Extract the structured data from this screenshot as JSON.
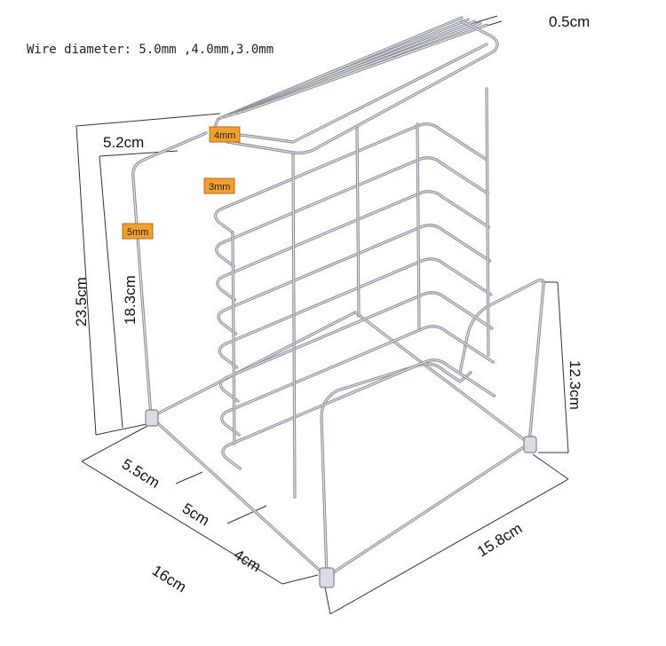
{
  "caption": "Wire diameter: 5.0mm ,4.0mm,3.0mm",
  "tags": {
    "top": "4mm",
    "middle": "3mm",
    "side": "5mm"
  },
  "dimensions": {
    "rod_gap": "0.5cm",
    "top_offset": "5.2cm",
    "total_height": "23.5cm",
    "inner_height": "18.3cm",
    "rear_height": "12.3cm",
    "depth_a": "5.5cm",
    "depth_b": "5cm",
    "depth_c": "4cm",
    "total_depth": "16cm",
    "width": "15.8cm"
  },
  "colors": {
    "wire": "#8a8f96",
    "tag": "#f0a030",
    "text": "#111111"
  }
}
